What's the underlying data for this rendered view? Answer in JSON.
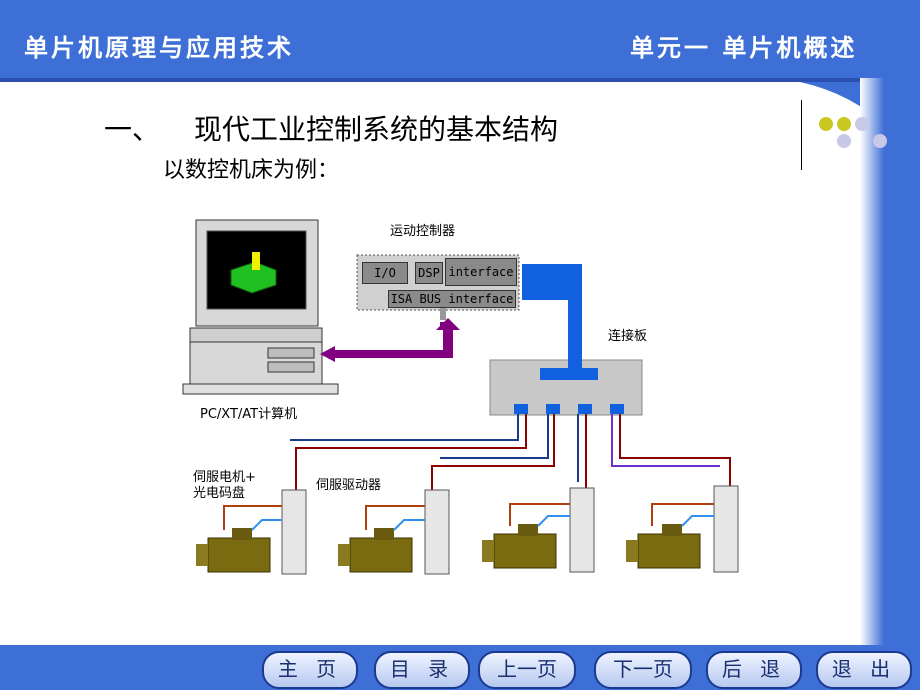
{
  "header": {
    "course_title": "单片机原理与应用技术",
    "unit_title": "单元一  单片机概述"
  },
  "content": {
    "heading_number": "一、",
    "heading_text": "现代工业控制系统的基本结构",
    "subtitle": "以数控机床为例："
  },
  "diagram": {
    "motion_controller_label": "运动控制器",
    "io_label": "I/O",
    "dsp_label": "DSP",
    "interface_label": "interface",
    "isa_label": "ISA BUS interface",
    "connector_board_label": "连接板",
    "computer_label": "PC/XT/AT计算机",
    "servo_motor_label_line1": "伺服电机+",
    "servo_motor_label_line2": "光电码盘",
    "servo_driver_label": "伺服驱动器"
  },
  "nav": {
    "home": "主 页",
    "toc": "目 录",
    "prev": "上一页",
    "next": "下一页",
    "back": "后 退",
    "exit": "退 出"
  },
  "colors": {
    "header_blue": "#3e6fd6",
    "arrow_purple": "#800080",
    "cable_blue": "#1060e0",
    "dot_yellow": "#c8c820",
    "dot_lavender": "#c8c8e8"
  }
}
